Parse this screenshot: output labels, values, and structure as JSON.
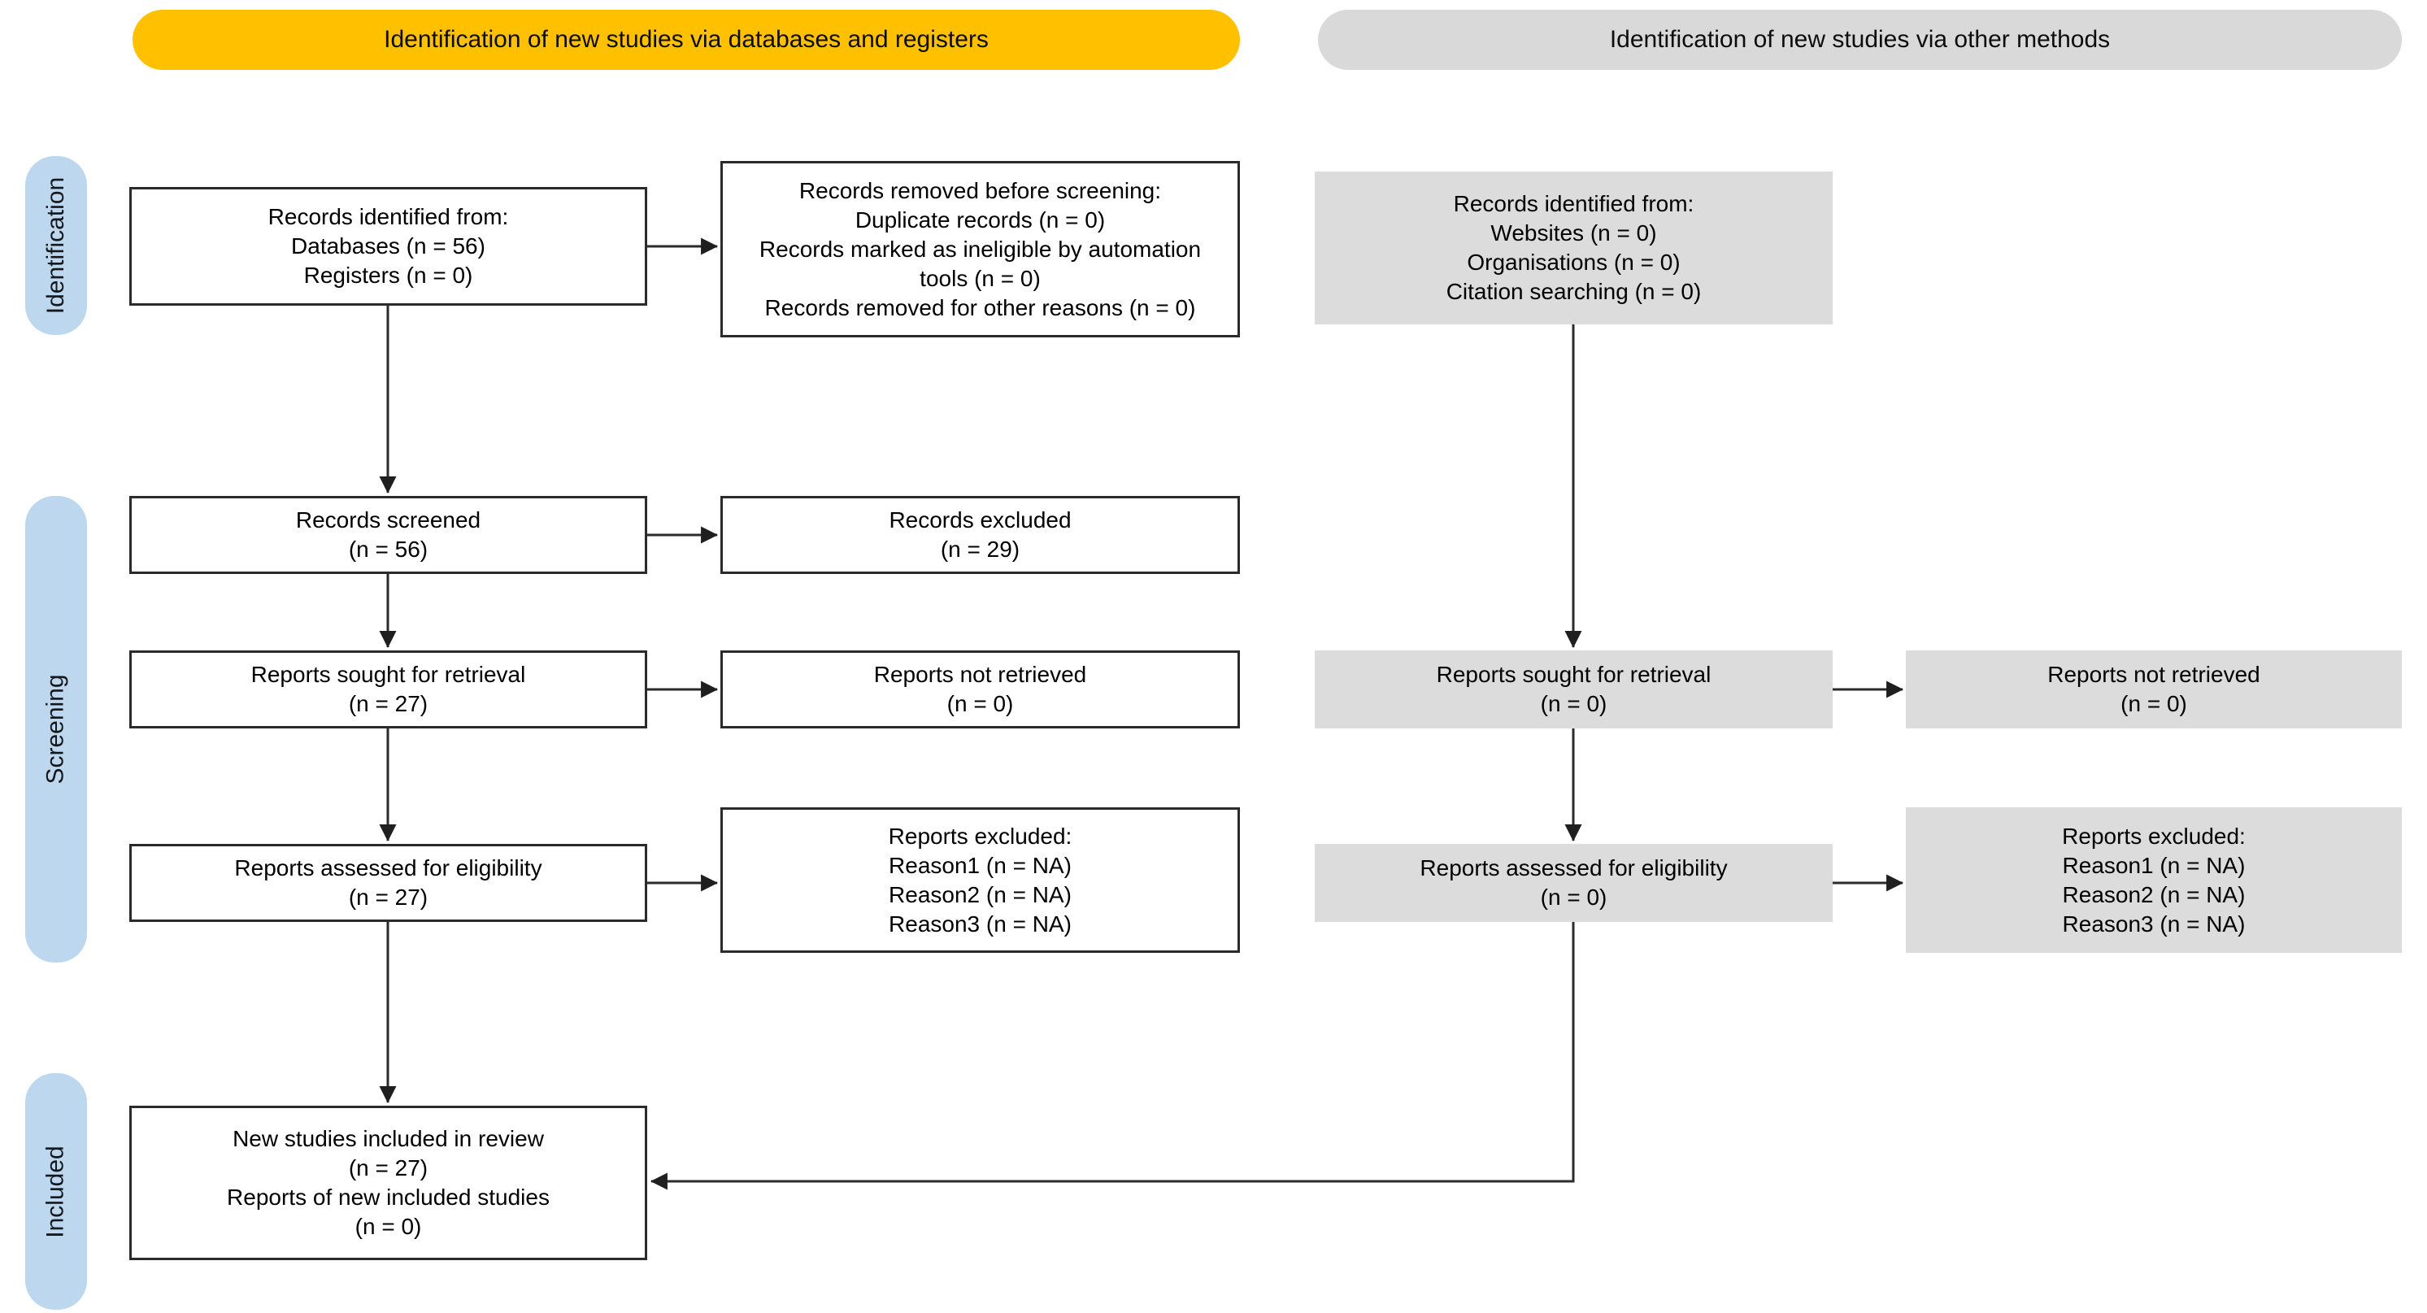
{
  "diagram": {
    "type": "prisma-flow",
    "headers": {
      "databases": "Identification of new studies via databases and registers",
      "other_methods": "Identification of new studies via other methods"
    },
    "stages": {
      "identification": "Identification",
      "screening": "Screening",
      "included": "Included"
    },
    "columns": {
      "databases": {
        "identified": "Records identified from:\nDatabases (n = 56)\nRegisters (n = 0)",
        "removed_before_screening": "Records removed before screening:\nDuplicate records (n = 0)\nRecords marked as ineligible by automation\ntools (n = 0)\nRecords removed for other reasons (n = 0)",
        "screened": "Records screened\n(n = 56)",
        "records_excluded": "Records excluded\n(n = 29)",
        "sought_for_retrieval": "Reports sought for retrieval\n(n = 27)",
        "not_retrieved": "Reports not retrieved\n(n = 0)",
        "assessed_for_eligibility": "Reports assessed for eligibility\n(n = 27)",
        "reports_excluded": "Reports excluded:\nReason1 (n = NA)\nReason2 (n = NA)\nReason3 (n = NA)",
        "included_in_review": "New studies included in review\n(n = 27)\nReports of new included studies\n(n = 0)"
      },
      "other_methods": {
        "identified": "Records identified from:\nWebsites (n = 0)\nOrganisations (n = 0)\nCitation searching (n = 0)",
        "sought_for_retrieval": "Reports sought for retrieval\n(n = 0)",
        "not_retrieved": "Reports not retrieved\n(n = 0)",
        "assessed_for_eligibility": "Reports assessed for eligibility\n(n = 0)",
        "reports_excluded": "Reports excluded:\nReason1 (n = NA)\nReason2 (n = NA)\nReason3 (n = NA)"
      }
    },
    "colors": {
      "databases_header_bg": "#FFC000",
      "other_header_bg": "#D9D9D9",
      "stage_pill_bg": "#BDD7EE",
      "shaded_box_bg": "#DCDCDC",
      "box_border": "#2B2B2B",
      "arrow": "#2B2B2B"
    }
  }
}
